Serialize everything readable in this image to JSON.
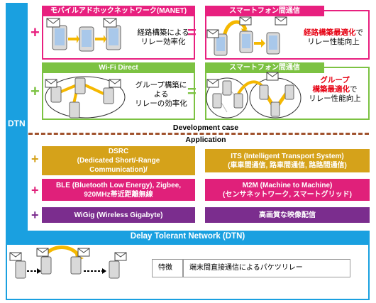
{
  "dtn_rail_label": "DTN",
  "manet": {
    "title": "モバイルアドホックネットワーク(MANET)",
    "desc_line1": "経路構築による",
    "desc_line2": "リレー効率化"
  },
  "smartphone_top": {
    "title": "スマートフォン間通信",
    "desc_red": "経路構築最適化",
    "desc_red_suffix": "で",
    "desc_line2": "リレー性能向上"
  },
  "wifi_direct": {
    "title": "Wi-Fi Direct",
    "desc_line1": "グループ構築に",
    "desc_line2": "よる",
    "desc_line3": "リレーの効率化"
  },
  "smartphone_mid": {
    "title": "スマートフォン間通信",
    "desc_red1": "グループ",
    "desc_red2": "構築最適化",
    "desc_red2_suffix": "で",
    "desc_line3": "リレー性能向上"
  },
  "development_case": "Development case",
  "application": "Application",
  "apps": [
    {
      "left_line1": "DSRC",
      "left_line2": "(Dedicated Short/-Range",
      "left_line3": "Communication)/",
      "right_line1": "ITS (Intelligent Transport System)",
      "right_line2": "(車車間通信, 路車間通信, 路路間通信)",
      "color": "#d5a21a"
    },
    {
      "left_line1": "BLE (Bluetooth Low Energy), Zigbee,",
      "left_line2": "920MHz帯近距離無線",
      "right_line1": "M2M  (Machine to Machine)",
      "right_line2": "(センサネットワーク, スマートグリッド)",
      "color": "#e0207a"
    },
    {
      "left_line1": "WiGig (Wireless Gigabyte)",
      "right_line1": "高画質な映像配信",
      "color": "#7b2d8e"
    }
  ],
  "dtn_section": {
    "title": "Delay Tolerant Network (DTN)",
    "feature_label": "特徴",
    "feature_value": "端末間直接通信によるパケツリレー"
  },
  "signs": {
    "plus": "+",
    "equals": "="
  },
  "colors": {
    "dtn_blue": "#1aa0e0",
    "manet_pink": "#e8207f",
    "wifi_green": "#7cc242",
    "dsrc_gold": "#d5a21a",
    "ble_magenta": "#e0207a",
    "wigig_purple": "#7b2d8e",
    "highlight_red": "#e60012",
    "dev_line_brown": "#a0522d",
    "arrow_yellow": "#f5b800"
  }
}
